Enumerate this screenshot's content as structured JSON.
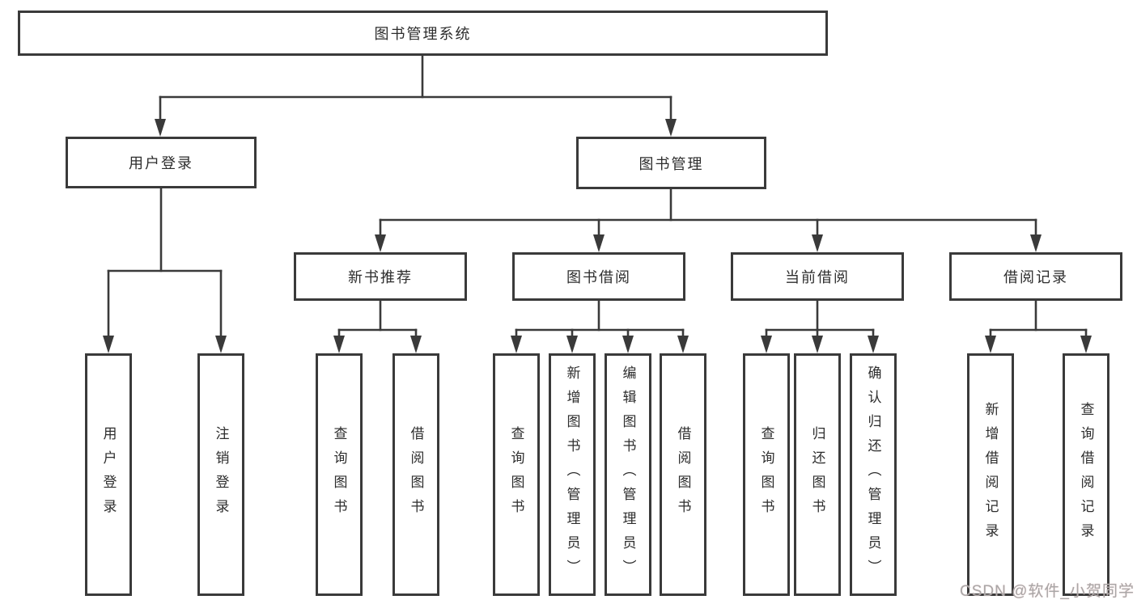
{
  "diagram": {
    "root": {
      "label": "图书管理系统",
      "children": [
        {
          "label": "用户登录",
          "children": [
            {
              "label": "用户登录"
            },
            {
              "label": "注销登录"
            }
          ]
        },
        {
          "label": "图书管理",
          "children": [
            {
              "label": "新书推荐",
              "children": [
                {
                  "label": "查询图书"
                },
                {
                  "label": "借阅图书"
                }
              ]
            },
            {
              "label": "图书借阅",
              "children": [
                {
                  "label": "查询图书"
                },
                {
                  "label": "新增图书（管理员）"
                },
                {
                  "label": "编辑图书（管理员）"
                },
                {
                  "label": "借阅图书"
                }
              ]
            },
            {
              "label": "当前借阅",
              "children": [
                {
                  "label": "查询图书"
                },
                {
                  "label": "归还图书"
                },
                {
                  "label": "确认归还（管理员）"
                }
              ]
            },
            {
              "label": "借阅记录",
              "children": [
                {
                  "label": "新增借阅记录"
                },
                {
                  "label": "查询借阅记录"
                }
              ]
            }
          ]
        }
      ]
    }
  },
  "watermark": {
    "text": "CSDN @软件_小贺同学"
  },
  "colors": {
    "line": "#3a3a3a",
    "text": "#2d2d2d",
    "watermark": "#a8a8a8",
    "background": "#ffffff"
  }
}
